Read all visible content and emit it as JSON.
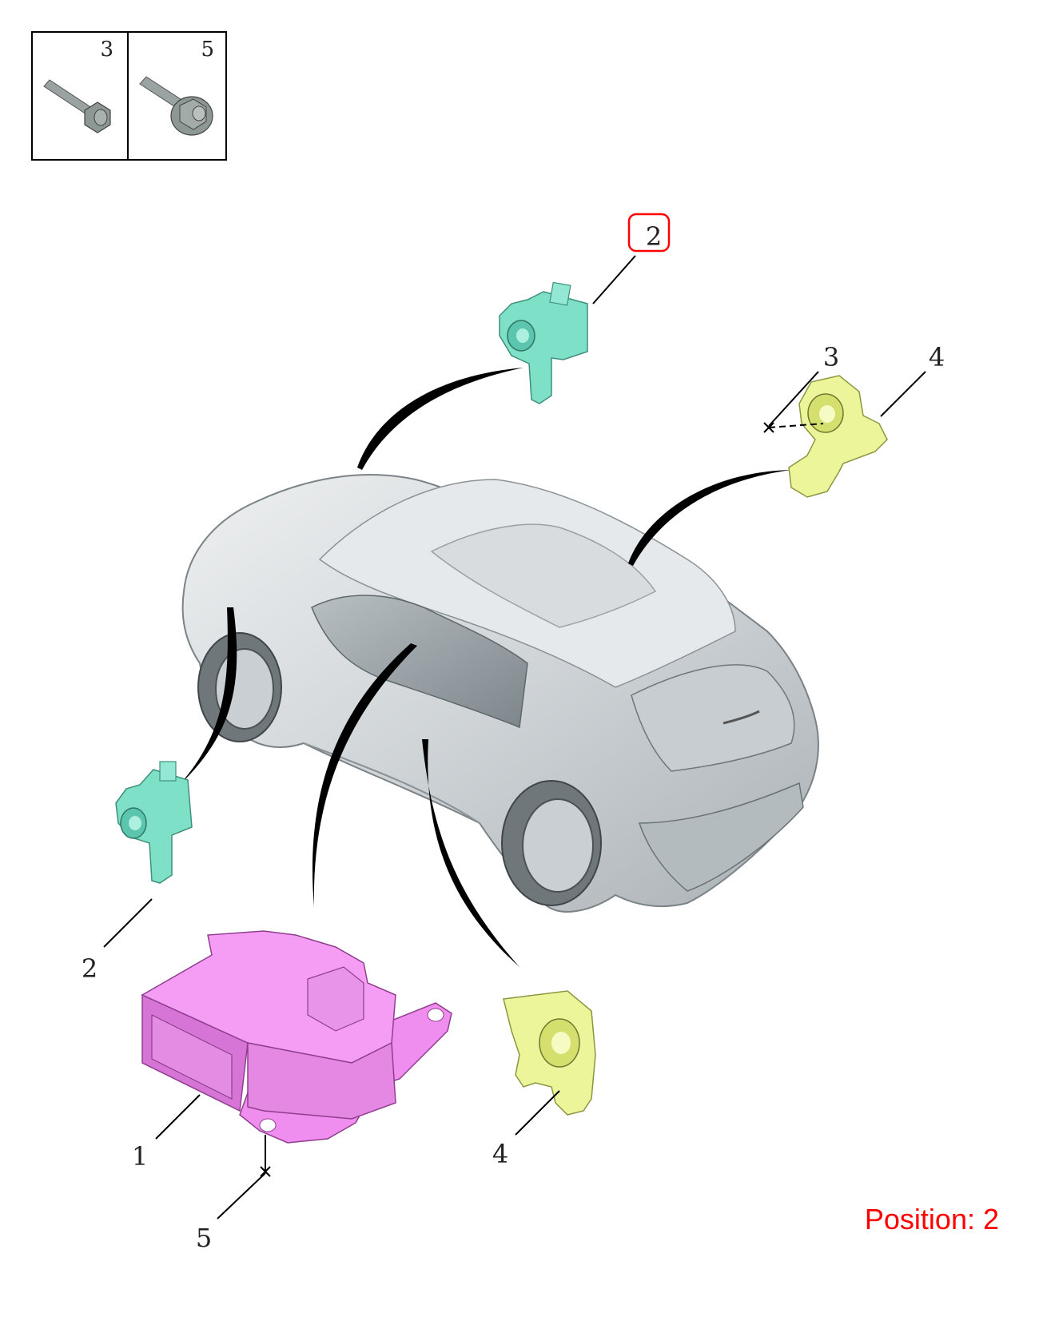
{
  "legend": [
    {
      "number": "3"
    },
    {
      "number": "5"
    }
  ],
  "callouts": [
    {
      "id": "sensor-top",
      "label": "2",
      "highlighted": true
    },
    {
      "id": "bolt-right",
      "label": "3"
    },
    {
      "id": "sensor-right",
      "label": "4"
    },
    {
      "id": "sensor-left",
      "label": "2"
    },
    {
      "id": "module",
      "label": "1"
    },
    {
      "id": "sensor-bottom",
      "label": "4"
    },
    {
      "id": "bolt-bottom",
      "label": "5"
    }
  ],
  "position": {
    "text": "Position: 2"
  },
  "colors": {
    "highlight": "#ff0000",
    "sensor_teal": "#7fe0c8",
    "sensor_yellow": "#ecf59a",
    "module_pink": "#f08ef0",
    "car_gray": "#d9dde0"
  },
  "icons": [
    "bolt-icon",
    "flange-bolt-icon",
    "car-icon",
    "crash-sensor-icon",
    "airbag-module-icon"
  ]
}
